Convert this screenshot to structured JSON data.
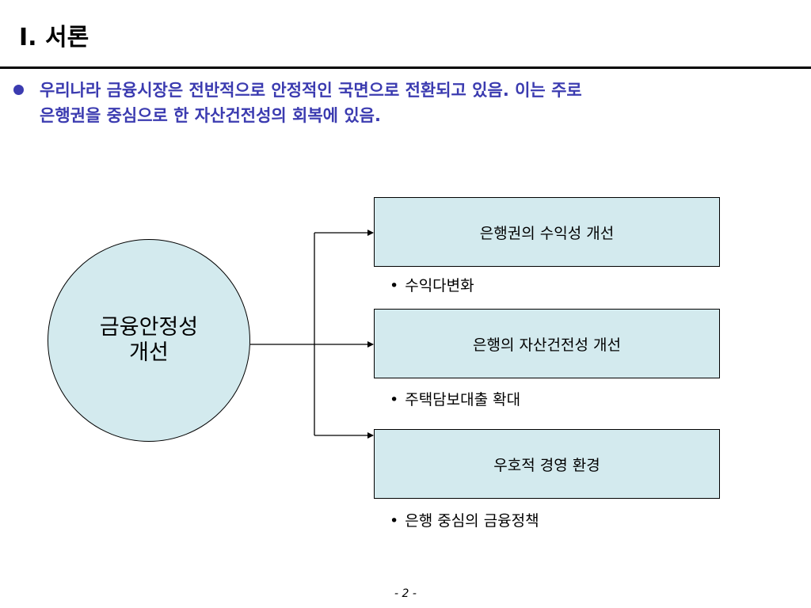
{
  "title": "Ⅰ. 서론",
  "bullet": {
    "line1": "우리나라 금융시장은 전반적으로 안정적인 국면으로 전환되고 있음. 이는 주로",
    "line2": "은행권을 중심으로 한 자산건전성의 회복에 있음."
  },
  "diagram": {
    "center": {
      "line1": "금융안정성",
      "line2": "개선"
    },
    "items": [
      {
        "box": "은행권의 수익성 개선",
        "sub": "수익다변화"
      },
      {
        "box": "은행의 자산건전성 개선",
        "sub": "주택담보대출 확대"
      },
      {
        "box": "우호적 경영 환경",
        "sub": "은행 중심의 금융정책"
      }
    ]
  },
  "page_number": "- 2 -",
  "colors": {
    "accent_text": "#3b3bb0",
    "shape_fill": "#d3eaee"
  }
}
